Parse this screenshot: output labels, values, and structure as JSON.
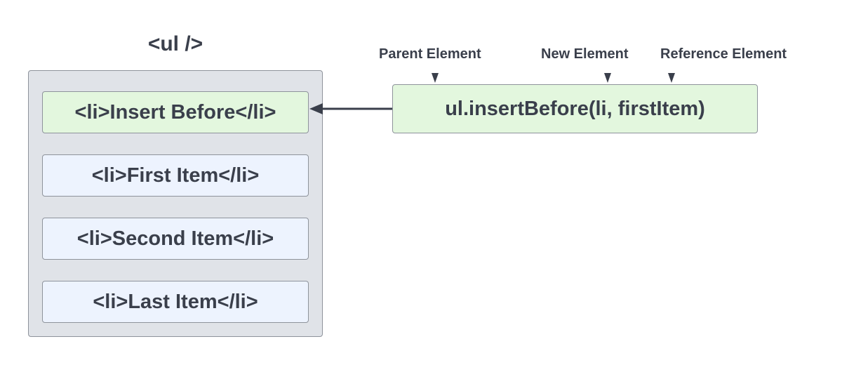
{
  "ul_label": "<ul />",
  "list_items": [
    "<li>Insert Before</li>",
    "<li>First Item</li>",
    "<li>Second Item</li>",
    "<li>Last Item</li>"
  ],
  "code": "ul.insertBefore(li, firstItem)",
  "param_labels": {
    "parent": "Parent Element",
    "new": "New Element",
    "reference": "Reference Element"
  },
  "colors": {
    "new_item_fill": "#e3f7de",
    "item_fill": "#edf3fe",
    "container_fill": "#e0e3e8",
    "stroke": "#8e939b",
    "text": "#3a3f4b"
  }
}
